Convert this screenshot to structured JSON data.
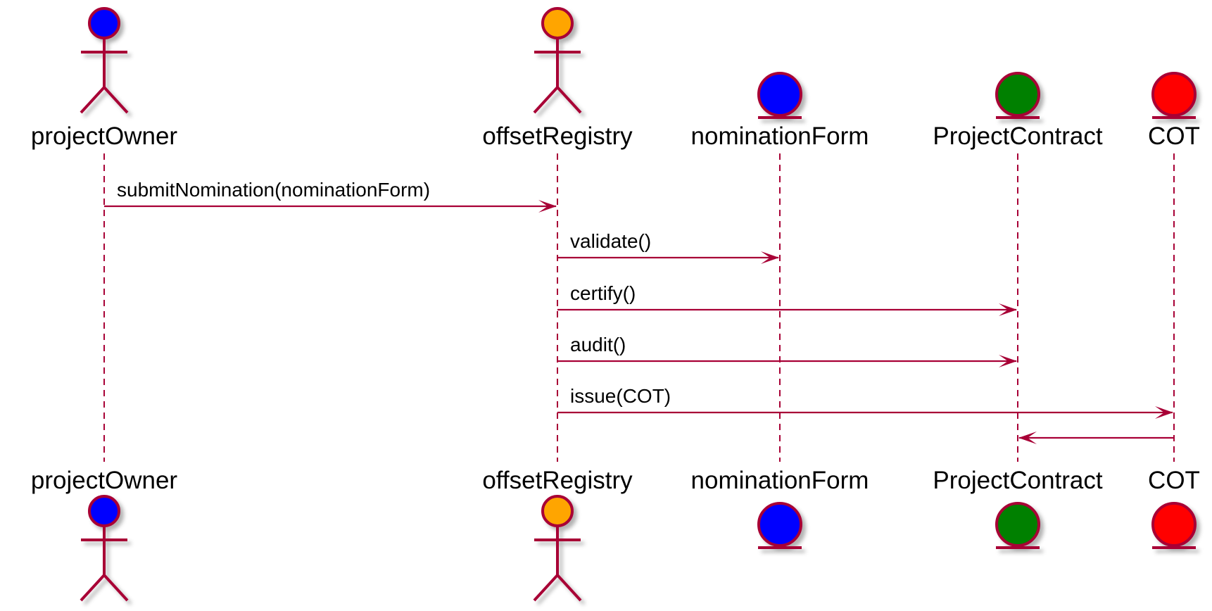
{
  "colors": {
    "line": "#A80036"
  },
  "participants": [
    {
      "id": "projectOwner",
      "name": "projectOwner",
      "kind": "actor",
      "fill": "#0000FF"
    },
    {
      "id": "offsetRegistry",
      "name": "offsetRegistry",
      "kind": "actor",
      "fill": "#FFA500"
    },
    {
      "id": "nominationForm",
      "name": "nominationForm",
      "kind": "entity",
      "fill": "#0000FF"
    },
    {
      "id": "ProjectContract",
      "name": "ProjectContract",
      "kind": "entity",
      "fill": "#008000"
    },
    {
      "id": "COT",
      "name": "COT",
      "kind": "entity",
      "fill": "#FF0000"
    }
  ],
  "messages": [
    {
      "from": "projectOwner",
      "to": "offsetRegistry",
      "label": "submitNomination(nominationForm)"
    },
    {
      "from": "offsetRegistry",
      "to": "nominationForm",
      "label": "validate()"
    },
    {
      "from": "offsetRegistry",
      "to": "ProjectContract",
      "label": "certify()"
    },
    {
      "from": "offsetRegistry",
      "to": "ProjectContract",
      "label": "audit()"
    },
    {
      "from": "offsetRegistry",
      "to": "COT",
      "label": "issue(COT)"
    },
    {
      "from": "COT",
      "to": "ProjectContract",
      "label": ""
    }
  ]
}
